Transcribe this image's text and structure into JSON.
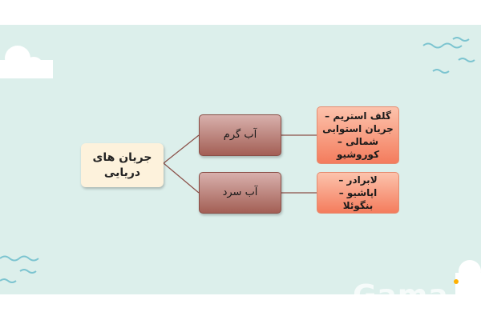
{
  "diagram": {
    "root": {
      "label": "جریان های دریایی"
    },
    "branches": [
      {
        "label": "آب گرم",
        "detail": "گلف استریم – جریان استوایی شمالی – کوروشیو"
      },
      {
        "label": "آب سرد",
        "detail": "لابرادر – اپاشیو – بنگوئلا"
      }
    ]
  },
  "watermark": "Gama",
  "colors": {
    "background": "#dcefeb",
    "root_fill": "#fdf2dc",
    "branch_fill": "#b97268",
    "leaf_fill": "#f8a282",
    "connector": "#8a4f47"
  }
}
